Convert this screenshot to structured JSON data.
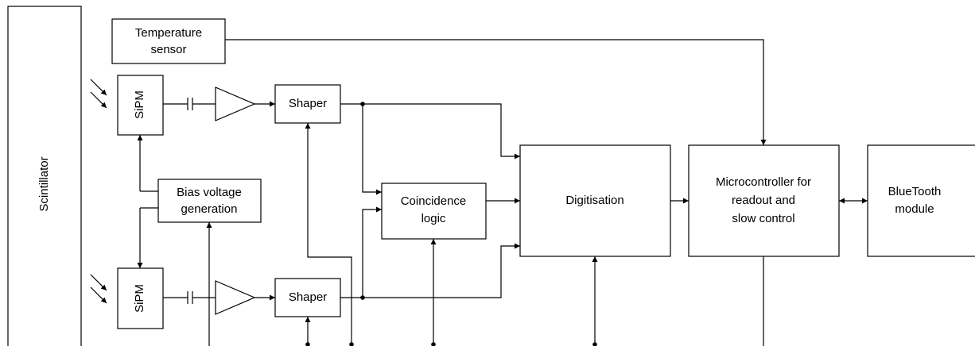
{
  "blocks": {
    "scintillator": "Scintillator",
    "temperature_sensor": [
      "Temperature",
      "sensor"
    ],
    "sipm_top": "SiPM",
    "sipm_bottom": "SiPM",
    "shaper_top": "Shaper",
    "shaper_bottom": "Shaper",
    "bias_voltage": [
      "Bias voltage",
      "generation"
    ],
    "coincidence": [
      "Coincidence",
      "logic"
    ],
    "digitisation": "Digitisation",
    "microcontroller": [
      "Microcontroller for",
      "readout and",
      "slow control"
    ],
    "bluetooth": [
      "BlueTooth",
      "module"
    ]
  },
  "colors": {
    "line": "#000000",
    "background": "#ffffff"
  }
}
